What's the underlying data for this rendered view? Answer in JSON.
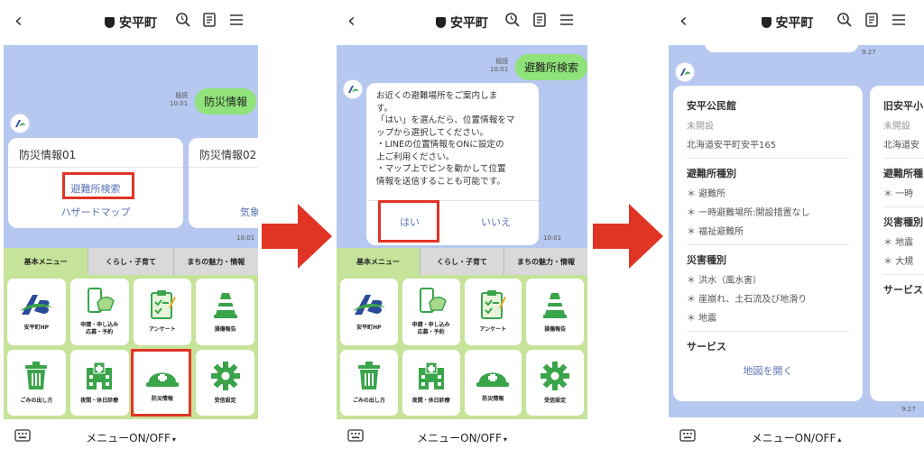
{
  "app_title": "安平町",
  "footer_label": "メニューON/OFF",
  "footer_caret_down": "▾",
  "footer_caret_up": "▴",
  "tabs": [
    "基本メニュー",
    "くらし・子育て",
    "まちの魅力・情報"
  ],
  "menu": [
    {
      "icon": "abira-logo-icon",
      "label": "安平町HP"
    },
    {
      "icon": "phone-hand-icon",
      "label": "申請・申し込み\n応募・予約"
    },
    {
      "icon": "clipboard-icon",
      "label": "アンケート"
    },
    {
      "icon": "traffic-cone-icon",
      "label": "損傷報告"
    },
    {
      "icon": "trash-can-icon",
      "label": "ごみの出し方"
    },
    {
      "icon": "hospital-icon",
      "label": "夜間・休日診療"
    },
    {
      "icon": "helmet-icon",
      "label": "防災情報"
    },
    {
      "icon": "gear-icon",
      "label": "受信設定"
    }
  ],
  "screen1": {
    "sent": "防災情報",
    "read": "既読",
    "sent_time": "10:01",
    "card1_title": "防災情報01",
    "card1_link1": "避難所検索",
    "card1_link2": "ハザードマップ",
    "card2_title": "防災情報02",
    "card2_link": "気象",
    "time": "10:01"
  },
  "screen2": {
    "sent": "避難所検索",
    "read": "既読",
    "sent_time": "10:01",
    "message": [
      "お近くの避難場所をご案内しま",
      "す。",
      "「はい」を選んだら、位置情報をマ",
      "ップから選択してください。",
      "・LINEの位置情報をONに設定の",
      "上ご利用ください。",
      "・マップ上でピンを動かして位置",
      "情報を送信することも可能です。"
    ],
    "yes": "はい",
    "no": "いいえ",
    "time": "10:01"
  },
  "screen3": {
    "top_time": "9:27",
    "bottom_time": "9:27",
    "card": {
      "name": "安平公民館",
      "status": "未開設",
      "address": "北海道安平町安平165",
      "type_head": "避難所種別",
      "types": [
        "＊ 避難所",
        "＊ 一時避難場所:開設措置なし",
        "＊ 福祉避難所"
      ],
      "disaster_head": "災害種別",
      "disasters": [
        "＊ 洪水（風水害）",
        "＊ 崖崩れ、土石流及び地滑り",
        "＊ 地震"
      ],
      "service_head": "サービス",
      "map_link": "地図を開く"
    },
    "card2": {
      "name": "旧安平小",
      "status": "未開設",
      "address": "北海道安",
      "type_head": "避難所種",
      "type1": "＊ 一時",
      "disaster_head": "災害種別",
      "d1": "＊ 地震",
      "d2": "＊ 大規",
      "service_head": "サービス"
    }
  },
  "colors": {
    "line_green": "#8fe37a",
    "chat_bg": "#b6c8f0",
    "menu_green": "#c6e39a",
    "highlight": "#e03525",
    "link": "#5a72b5"
  }
}
